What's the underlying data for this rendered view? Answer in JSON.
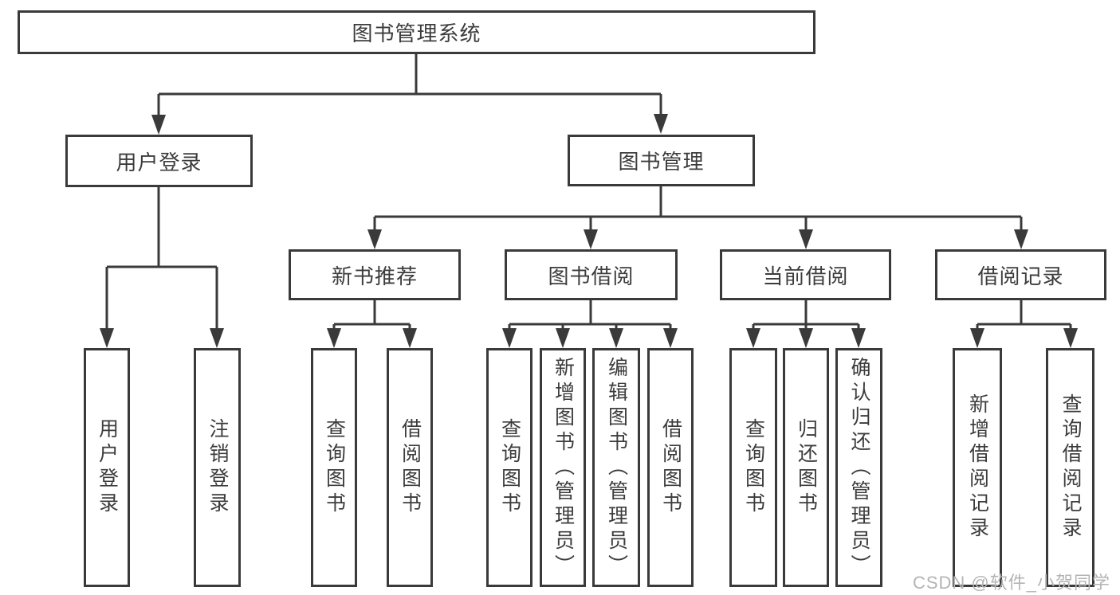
{
  "colors": {
    "background": "#ffffff",
    "line": "#3a3a3a",
    "box_border": "#3a3a3a",
    "text": "#3c3c3c",
    "watermark": "#b4b4b4"
  },
  "watermark": {
    "text": "CSDN @软件_小贺同学"
  },
  "tree": {
    "root": "图书管理系统",
    "children": [
      {
        "label": "用户登录",
        "children": [
          {
            "label": "用户登录"
          },
          {
            "label": "注销登录"
          }
        ]
      },
      {
        "label": "图书管理",
        "children": [
          {
            "label": "新书推荐",
            "children": [
              {
                "label": "查询图书"
              },
              {
                "label": "借阅图书"
              }
            ]
          },
          {
            "label": "图书借阅",
            "children": [
              {
                "label": "查询图书"
              },
              {
                "label": "新增图书（管理员）"
              },
              {
                "label": "编辑图书（管理员）"
              },
              {
                "label": "借阅图书"
              }
            ]
          },
          {
            "label": "当前借阅",
            "children": [
              {
                "label": "查询图书"
              },
              {
                "label": "归还图书"
              },
              {
                "label": "确认归还（管理员）"
              }
            ]
          },
          {
            "label": "借阅记录",
            "children": [
              {
                "label": "新增借阅记录"
              },
              {
                "label": "查询借阅记录"
              }
            ]
          }
        ]
      }
    ]
  }
}
